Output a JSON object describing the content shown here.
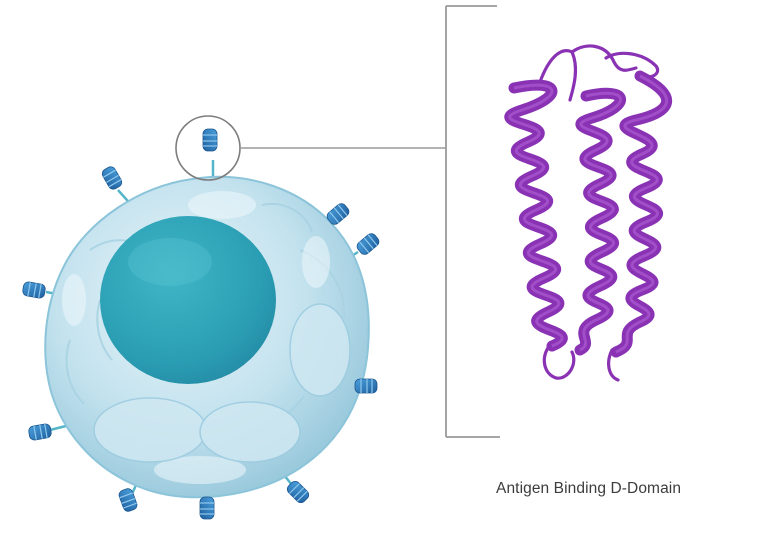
{
  "caption": {
    "text": "Antigen Binding D-Domain"
  },
  "colors": {
    "cell_body": "#bfe1ee",
    "cell_edge": "#8cc4da",
    "nucleus": "#2ba3b6",
    "receptor": "#2f7fc2",
    "receptor_dark": "#1d5e9c",
    "protein": "#8a32b4",
    "protein_light": "#a24fcc",
    "bracket": "#9a9a9a"
  },
  "icons": {
    "cell": "car-t-cell-illustration",
    "protein": "alpha-helix-bundle-ribbon"
  }
}
